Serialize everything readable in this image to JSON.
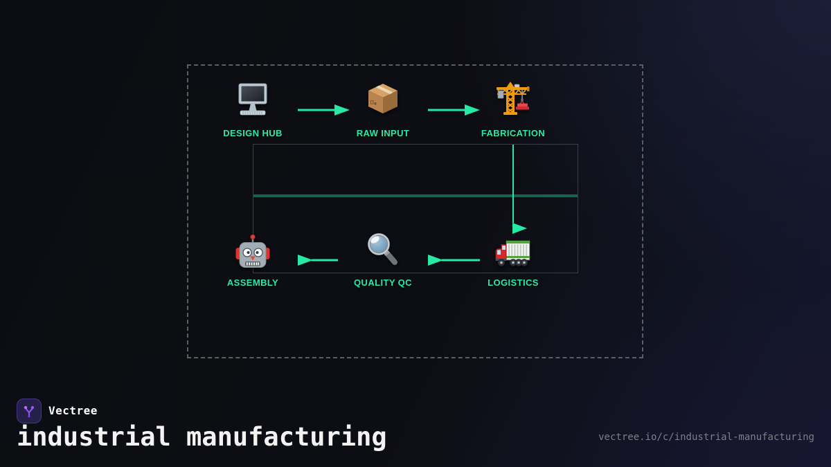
{
  "brand": {
    "name": "Vectree",
    "logo_icon": "vectree-branch-icon",
    "logo_accent": "#a855f7"
  },
  "title": "industrial manufacturing",
  "url": "vectree.io/c/industrial-manufacturing",
  "diagram": {
    "top_row": [
      {
        "label": "DESIGN HUB",
        "icon": "desktop-computer-icon"
      },
      {
        "label": "RAW INPUT",
        "icon": "package-icon"
      },
      {
        "label": "FABRICATION",
        "icon": "construction-crane-icon"
      }
    ],
    "bottom_row": [
      {
        "label": "ASSEMBLY",
        "icon": "robot-icon"
      },
      {
        "label": "QUALITY QC",
        "icon": "magnifier-icon"
      },
      {
        "label": "LOGISTICS",
        "icon": "delivery-truck-icon"
      }
    ],
    "edges": [
      {
        "from": "DESIGN HUB",
        "to": "RAW INPUT"
      },
      {
        "from": "RAW INPUT",
        "to": "FABRICATION"
      },
      {
        "from": "FABRICATION",
        "to": "LOGISTICS"
      },
      {
        "from": "ASSEMBLY",
        "to": "QUALITY QC"
      },
      {
        "from": "QUALITY QC",
        "to": "LOGISTICS"
      }
    ],
    "colors": {
      "accent": "#26e9a6",
      "divider": "#166353",
      "frame_border": "#3a3f47",
      "outer_dash_border": "#5a5f66",
      "label": "#2beaa8"
    }
  }
}
